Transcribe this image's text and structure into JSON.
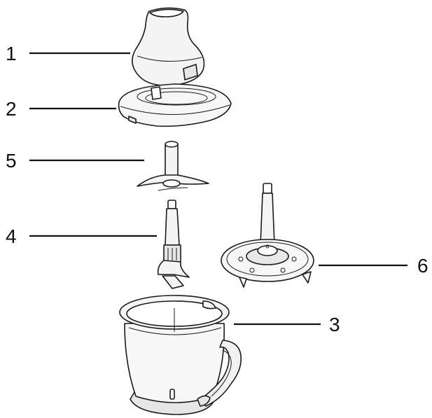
{
  "callouts": [
    {
      "id": "1",
      "label": "1",
      "part": "lid-cap"
    },
    {
      "id": "2",
      "label": "2",
      "part": "bowl-lid"
    },
    {
      "id": "5",
      "label": "5",
      "part": "chopping-blade-upper"
    },
    {
      "id": "4",
      "label": "4",
      "part": "chopping-blade-lower"
    },
    {
      "id": "6",
      "label": "6",
      "part": "blade-spindle-base"
    },
    {
      "id": "3",
      "label": "3",
      "part": "chopper-bowl"
    }
  ],
  "colors": {
    "line": "#1a1a1a",
    "part_fill": "#ffffff",
    "shade": "#d9d9d9"
  }
}
